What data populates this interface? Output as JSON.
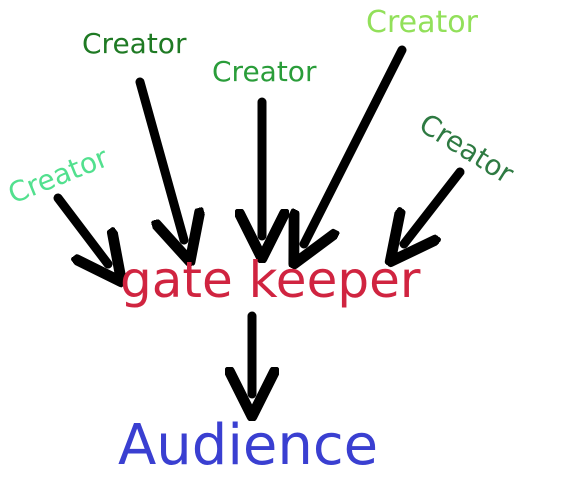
{
  "diagram": {
    "creators": [
      {
        "label": "Creator",
        "color": "#1f7a24"
      },
      {
        "label": "Creator",
        "color": "#2a9d3a"
      },
      {
        "label": "Creator",
        "color": "#92e05a"
      },
      {
        "label": "Creator",
        "color": "#52e08e"
      },
      {
        "label": "Creator",
        "color": "#2e7a42"
      }
    ],
    "gatekeeper": {
      "label": "gate keeper",
      "color": "#d02440"
    },
    "audience": {
      "label": "Audience",
      "color": "#3a3fd1"
    },
    "arrow_color": "#000000"
  }
}
